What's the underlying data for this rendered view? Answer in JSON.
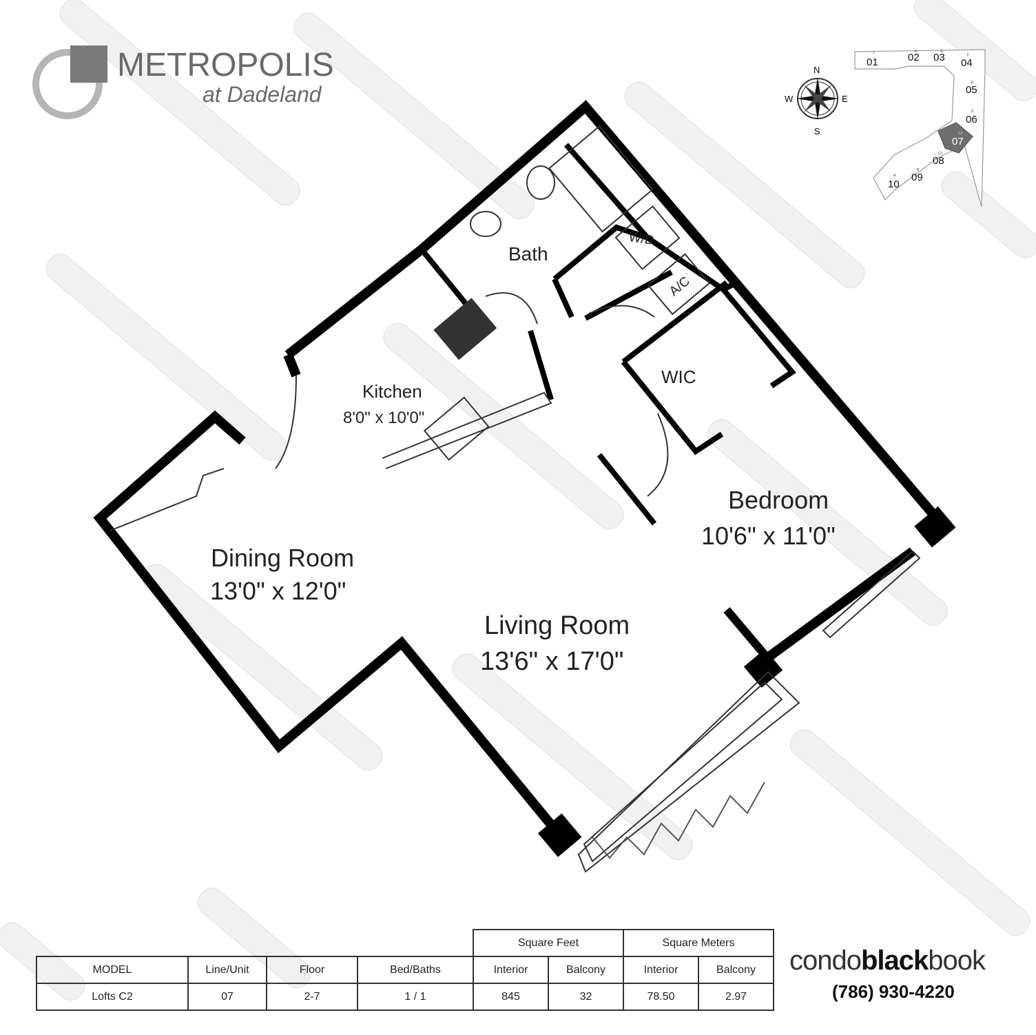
{
  "logo": {
    "title": "METROPOLIS",
    "subtitle": "at Dadeland"
  },
  "compass": {
    "n": "N",
    "s": "S",
    "e": "E",
    "w": "W"
  },
  "key_plan": {
    "units": [
      {
        "num": "01",
        "letter": "J"
      },
      {
        "num": "02",
        "letter": "H"
      },
      {
        "num": "03",
        "letter": "G"
      },
      {
        "num": "04",
        "letter": "F"
      },
      {
        "num": "05",
        "letter": "E"
      },
      {
        "num": "06",
        "letter": "D"
      },
      {
        "num": "07",
        "letter": "C2"
      },
      {
        "num": "08",
        "letter": "C1"
      },
      {
        "num": "09",
        "letter": "B"
      },
      {
        "num": "10",
        "letter": "A"
      }
    ],
    "highlight_color": "#6e6e6e"
  },
  "rooms": {
    "bath": "Bath",
    "wd": "W/D",
    "ac": "A/C",
    "wic": "WIC",
    "kitchen": "Kitchen",
    "kitchen_size": "8'0\" x 10'0\"",
    "bedroom": "Bedroom",
    "bedroom_size": "10'6\" x 11'0\"",
    "dining": "Dining Room",
    "dining_size": "13'0\" x 12'0\"",
    "living": "Living Room",
    "living_size": "13'6\" x 17'0\""
  },
  "table": {
    "group_headers": [
      "Square Feet",
      "Square Meters"
    ],
    "headers": [
      "MODEL",
      "Line/Unit",
      "Floor",
      "Bed/Baths",
      "Interior",
      "Balcony",
      "Interior",
      "Balcony"
    ],
    "row": [
      "Lofts C2",
      "07",
      "2-7",
      "1 / 1",
      "845",
      "32",
      "78.50",
      "2.97"
    ]
  },
  "brand": {
    "part1": "condo",
    "part2": "black",
    "part3": "book",
    "phone": "(786) 930-4220"
  },
  "watermark": "CondoBlackBook"
}
